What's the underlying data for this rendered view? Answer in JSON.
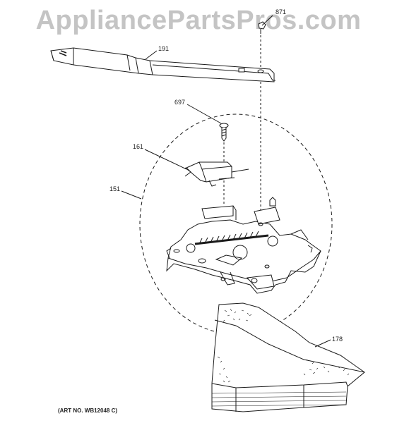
{
  "watermark": {
    "text": "AppliancePartsPros.com"
  },
  "callouts": {
    "p871": "871",
    "p191": "191",
    "p697": "697",
    "p161": "161",
    "p151": "151",
    "p178": "178"
  },
  "art_number": "(ART NO. WB12048 C)",
  "colors": {
    "line": "#1a1a1a",
    "watermark": "#c4c4c4",
    "background": "#ffffff"
  }
}
